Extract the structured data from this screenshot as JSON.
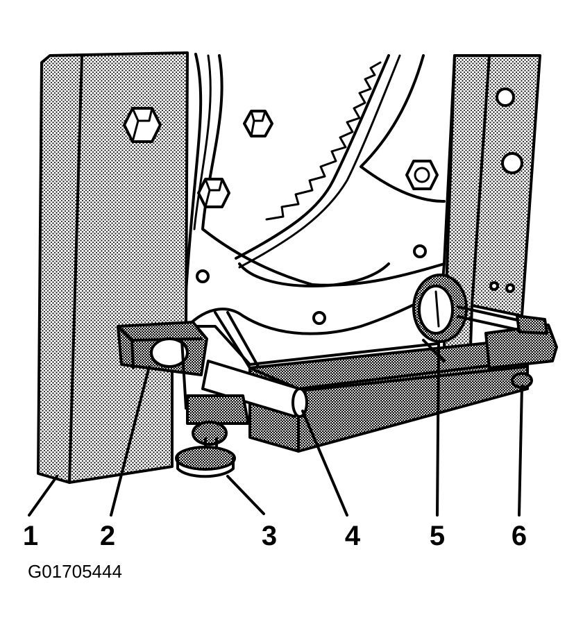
{
  "figure": {
    "id_label": "G01705444",
    "callouts": [
      {
        "number": "1"
      },
      {
        "number": "2"
      },
      {
        "number": "3"
      },
      {
        "number": "4"
      },
      {
        "number": "5"
      },
      {
        "number": "6"
      }
    ]
  }
}
